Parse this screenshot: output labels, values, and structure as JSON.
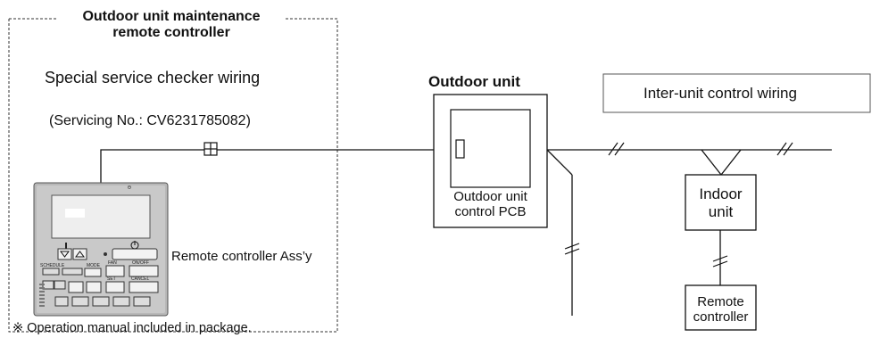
{
  "diagram": {
    "maintenance_title_line1": "Outdoor unit maintenance",
    "maintenance_title_line2": "remote controller",
    "special_wiring": "Special service checker wiring",
    "servicing_no": "(Servicing No.: CV6231785082)",
    "remote_assy": "Remote controller Ass’y",
    "operation_note": "※ Operation manual included in package.",
    "outdoor_unit": "Outdoor unit",
    "pcb_line1": "Outdoor unit",
    "pcb_line2": "control PCB",
    "inter_unit": "Inter-unit control wiring",
    "indoor_line1": "Indoor",
    "indoor_line2": "unit",
    "remote_line1": "Remote",
    "remote_line2": "controller",
    "controller_keys": [
      "Θ",
      "SCHEDULE",
      "ON/OFF",
      "MODE",
      "FAN",
      "SET",
      "CANCEL"
    ]
  }
}
